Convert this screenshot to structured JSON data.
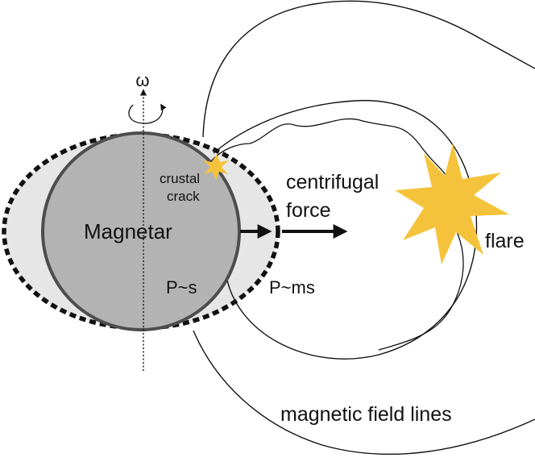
{
  "labels": {
    "omega": "ω",
    "crustal": "crustal",
    "crack": "crack",
    "centrifugal": "centrifugal",
    "force": "force",
    "magnetar": "Magnetar",
    "flare": "flare",
    "p_s": "P~s",
    "p_ms": "P~ms",
    "field_lines": "magnetic field lines"
  },
  "colors": {
    "sphere_fill": "#b3b3b3",
    "sphere_edge": "#4d4d4d",
    "halo_fill": "#e6e6e6",
    "halo_edge": "#111111",
    "flare": "#f5c33b",
    "line": "#111111"
  }
}
